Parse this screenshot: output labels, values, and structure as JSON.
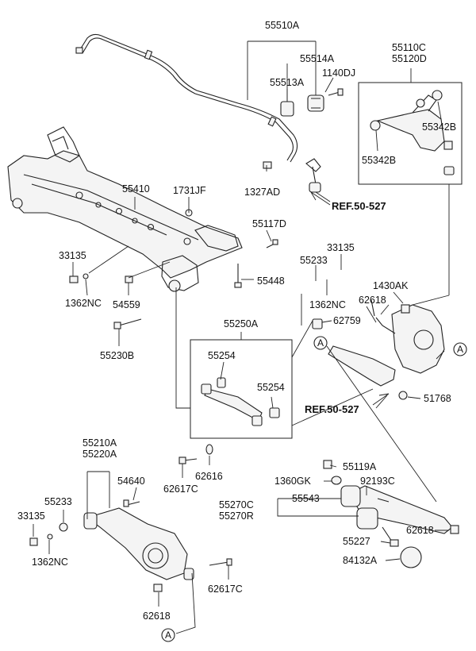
{
  "labels": {
    "p55510A": "55510A",
    "p55514A": "55514A",
    "p55513A": "55513A",
    "p1140DJ": "1140DJ",
    "p55110C": "55110C",
    "p55120D": "55120D",
    "p55342B_a": "55342B",
    "p55342B_b": "55342B",
    "p55410": "55410",
    "p1731JF": "1731JF",
    "p1327AD": "1327AD",
    "ref1": "REF.50-527",
    "p55117D": "55117D",
    "p33135_a": "33135",
    "p33135_b": "33135",
    "p55233_a": "55233",
    "p1362NC_a": "1362NC",
    "p1362NC_b": "1362NC",
    "p55448": "55448",
    "p54559": "54559",
    "p1430AK": "1430AK",
    "p62618_a": "62618",
    "p62759": "62759",
    "p55250A": "55250A",
    "p55254_a": "55254",
    "p55254_b": "55254",
    "p55230B": "55230B",
    "p51768": "51768",
    "ref2": "REF.50-527",
    "p55210A": "55210A",
    "p55220A": "55220A",
    "p62617C_a": "62617C",
    "p62616": "62616",
    "p55119A": "55119A",
    "p54640": "54640",
    "p55233_b": "55233",
    "p1360GK": "1360GK",
    "p92193C": "92193C",
    "p55270C": "55270C",
    "p55270R": "55270R",
    "p55543": "55543",
    "p33135_c": "33135",
    "p62618_b": "62618",
    "p1362NC_c": "1362NC",
    "p55227": "55227",
    "p84132A": "84132A",
    "p62617C_b": "62617C",
    "p62618_c": "62618"
  },
  "markers": {
    "a1": "A",
    "a2": "A",
    "a3": "A"
  }
}
